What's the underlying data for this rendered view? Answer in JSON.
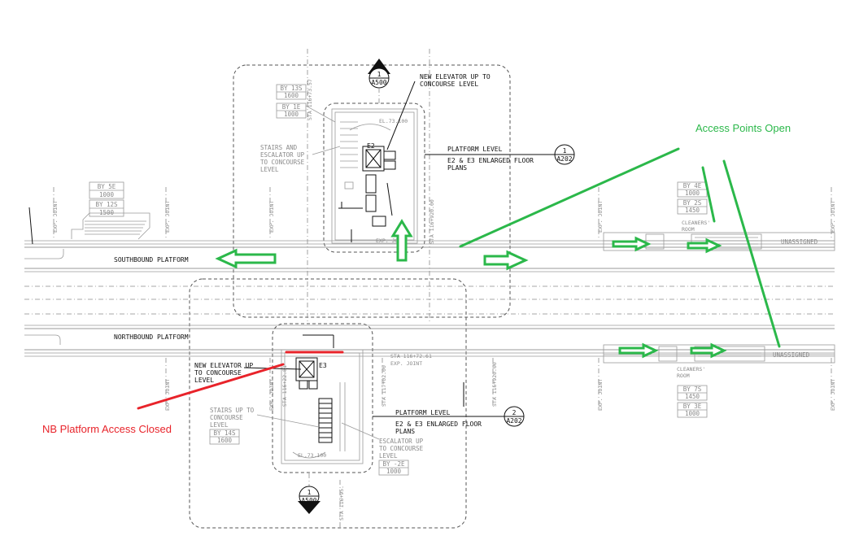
{
  "labels": {
    "southbound_platform": "SOUTHBOUND PLATFORM",
    "northbound_platform": "NORTHBOUND PLATFORM",
    "new_elevator_n_1": "NEW ELEVATOR UP TO",
    "new_elevator_n_2": "CONCOURSE LEVEL",
    "new_elevator_s_1": "NEW ELEVATOR UP",
    "new_elevator_s_2": "TO CONCOURSE",
    "new_elevator_s_3": "LEVEL",
    "platform_level_top": "PLATFORM LEVEL",
    "platform_level_top_sub1": "E2 & E3 ENLARGED FLOOR",
    "platform_level_top_sub2": "PLANS",
    "platform_level_bot": "PLATFORM LEVEL",
    "platform_level_bot_sub1": "E2 & E3 ENLARGED FLOOR",
    "platform_level_bot_sub2": "PLANS",
    "stairs_escalator_1": "STAIRS AND",
    "stairs_escalator_2": "ESCALATOR UP",
    "stairs_escalator_3": "TO CONCOURSE",
    "stairs_escalator_4": "LEVEL",
    "stairs_up_1": "STAIRS UP TO",
    "stairs_up_2": "CONCOURSE",
    "stairs_up_3": "LEVEL",
    "escalator_up_1": "ESCALATOR UP",
    "escalator_up_2": "TO CONCOURSE",
    "escalator_up_3": "LEVEL",
    "cleaners_room_top_1": "CLEANERS'",
    "cleaners_room_top_2": "ROOM",
    "cleaners_room_bot_1": "CLEANERS'",
    "cleaners_room_bot_2": "ROOM",
    "unassigned_top": "UNASSIGNED",
    "unassigned_bot": "UNASSIGNED",
    "e2": "E2",
    "e3": "E3",
    "sta_top_1": "STA 116+73.57",
    "sta_top_2": "STA 116+920.00",
    "sta_mid_1": "STA 116+72.61",
    "sta_mid_2": "EXP. JOINT",
    "sta_bot_1": "STA 116+22.81",
    "sta_bot_2": "STA 117+02.00",
    "sta_bot_3": "STA 116+920.00",
    "sta_bot_4": "STA 116+95.",
    "exp_joint": "EXP. JOINT",
    "el_top": "EL.73.100",
    "el_bot": "EL.73.100"
  },
  "bays": {
    "top_left_a": [
      "BY 13S",
      "1600"
    ],
    "top_left_b": [
      "BY 1E",
      "1000"
    ],
    "left_a": [
      "BY 5E",
      "1000"
    ],
    "left_b": [
      "BY 12S",
      "1500"
    ],
    "right_top_a": [
      "BY 4E",
      "1000"
    ],
    "right_top_b": [
      "BY 2S",
      "1450"
    ],
    "right_bot_a": [
      "BY 7S",
      "1450"
    ],
    "right_bot_b": [
      "BY 3E",
      "1000"
    ],
    "bot_a": [
      "BY 14S",
      "1600"
    ],
    "bot_b": [
      "BY -2E",
      "1000"
    ]
  },
  "callouts": {
    "a500_top": [
      "1",
      "A500"
    ],
    "a202_top": [
      "1",
      "A202"
    ],
    "a202_bot": [
      "2",
      "A202"
    ],
    "a500_bot": [
      "1",
      "A500"
    ]
  },
  "annotations": {
    "access_open": "Access Points Open",
    "access_closed": "NB Platform Access Closed"
  },
  "colors": {
    "open": "#2bb84a",
    "closed": "#e8232a",
    "line": "#111111",
    "grey": "#8a8a8a"
  }
}
